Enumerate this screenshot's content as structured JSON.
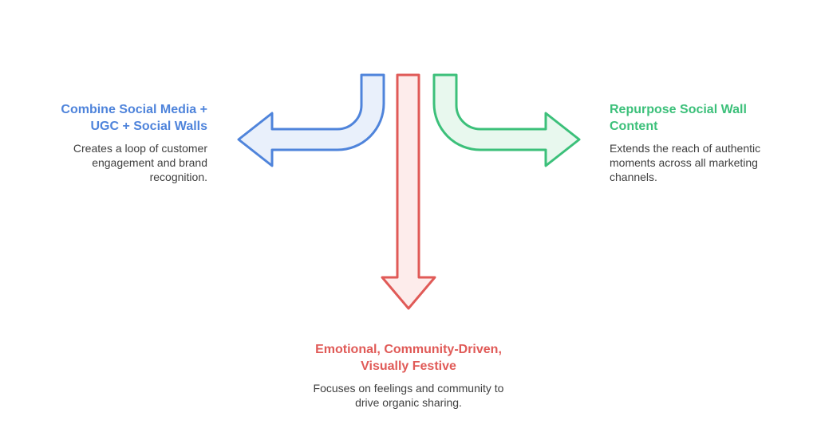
{
  "colors": {
    "blue": "#4f84db",
    "blue_fill": "#e9f0fb",
    "red": "#e05a57",
    "red_fill": "#fdeceb",
    "green": "#3cc07a",
    "green_fill": "#e8f8ee"
  },
  "branches": {
    "left": {
      "title": "Combine Social Media + UGC + Social Walls",
      "description": "Creates a loop of customer engagement and brand recognition."
    },
    "bottom": {
      "title": "Emotional, Community-Driven, Visually Festive",
      "description": "Focuses on feelings and community to drive organic sharing."
    },
    "right": {
      "title": "Repurpose Social Wall Content",
      "description": "Extends the reach of authentic moments across all marketing channels."
    }
  }
}
